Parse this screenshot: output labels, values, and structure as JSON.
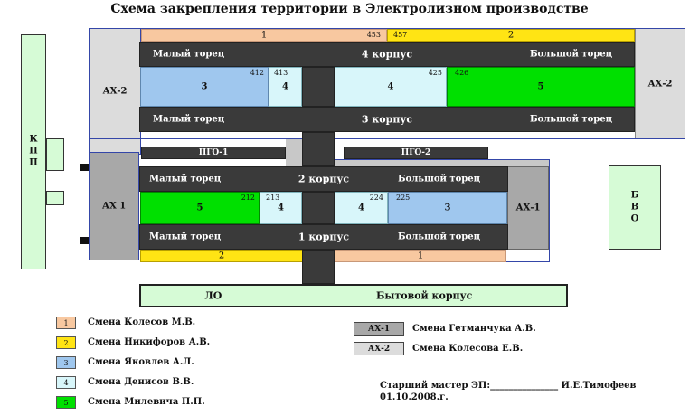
{
  "title": "Схема закрепления территории   в Электролизном  производстве",
  "kpp": "КПП",
  "bvo": "БВО",
  "ax2": "АХ-2",
  "ax1": "АХ 1",
  "ax1r": "АХ-1",
  "zones": {
    "top_peach": "1",
    "top_yellow": "2",
    "n453": "453",
    "n457": "457",
    "c3_412": "412",
    "c4_413": "413",
    "c4_425": "425",
    "c5_426": "426",
    "c5_212": "212",
    "c4_213": "213",
    "c4_224": "224",
    "c3_225": "225",
    "bot_yellow": "2",
    "bot_peach": "1",
    "z3a": "3",
    "z4a": "4",
    "z4b": "4",
    "z5a": "5",
    "z5b": "5",
    "z4c": "4",
    "z4d": "4",
    "z3b": "3"
  },
  "bars": {
    "k4_left": "Малый торец",
    "k4_center": "4 корпус",
    "k4_right": "Большой торец",
    "k3_left": "Малый торец",
    "k3_center": "3 корпус",
    "k3_right": "Большой торец",
    "k2_left": "Малый торец",
    "k2_center": "2 корпус",
    "k2_right": "Большой торец",
    "k1_left": "Малый торец",
    "k1_center": "1 корпус",
    "k1_right": "Большой торец"
  },
  "pgo1": "ПГО-1",
  "pgo2": "ПГО-2",
  "lo": "ЛО",
  "byt": "Бытовой корпус",
  "legend": [
    {
      "num": "1",
      "text": "Смена Колесов М.В.",
      "color": "#f8c8a0"
    },
    {
      "num": "2",
      "text": "Смена Никифоров А.В.",
      "color": "#ffe414"
    },
    {
      "num": "3",
      "text": "Смена Яковлев А.Л.",
      "color": "#9fc7ee"
    },
    {
      "num": "4",
      "text": "Смена Денисов В.В.",
      "color": "#d8f6fa"
    },
    {
      "num": "5",
      "text": "Смена Милевича П.П.",
      "color": "#00e000"
    }
  ],
  "legend_ax": [
    {
      "num": "АХ-1",
      "text": "Смена Гетманчука А.В.",
      "color": "#a8a8a8"
    },
    {
      "num": "АХ-2",
      "text": "Смена Колесова Е.В.",
      "color": "#dcdcdc"
    }
  ],
  "signature": "Старший мастер ЭП:_______________ И.Е.Тимофеев",
  "date": "01.10.2008.г."
}
